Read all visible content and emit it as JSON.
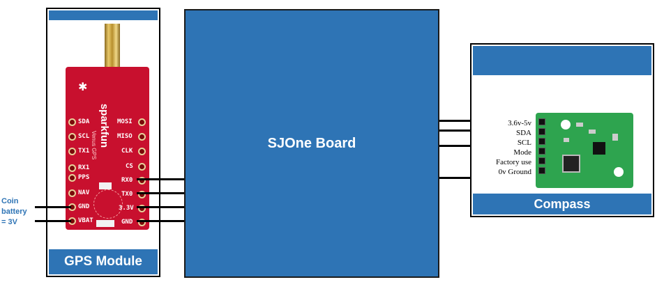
{
  "gps": {
    "title": "GPS Module",
    "board_brand": "sparkfun",
    "board_sub": "Venus GPS",
    "pins_left": [
      "SDA",
      "SCL",
      "TX1",
      "RX1",
      "PPS",
      "NAV",
      "GND",
      "VBAT"
    ],
    "pins_right": [
      "MOSI",
      "MISO",
      "CLK",
      "CS",
      "RX0",
      "TX0",
      "3.3V",
      "GND"
    ]
  },
  "battery": {
    "label": "Coin battery = 3V"
  },
  "sjone": {
    "title": "SJOne Board"
  },
  "compass": {
    "title": "Compass",
    "pin_labels": [
      "3.6v-5v",
      "SDA",
      "SCL",
      "Mode",
      "Factory use",
      "0v Ground"
    ]
  },
  "colors": {
    "box_blue": "#2e74b5",
    "pcb_red": "#c8102e",
    "pcb_green": "#2ea44f"
  }
}
